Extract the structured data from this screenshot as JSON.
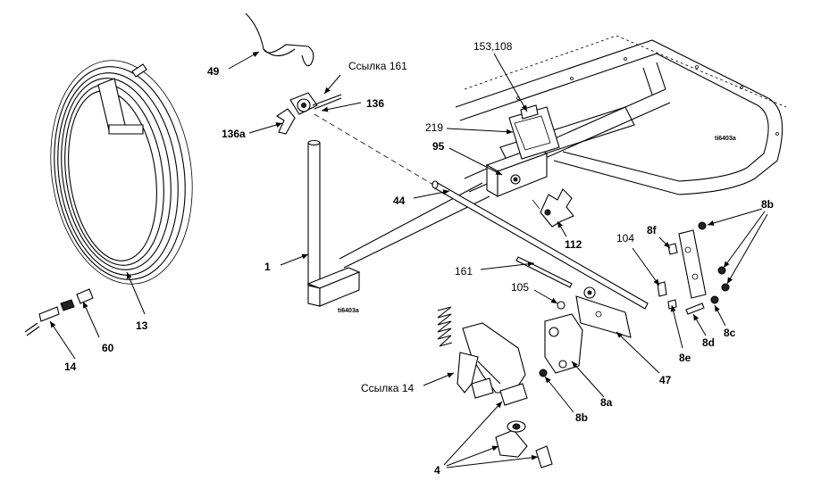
{
  "labels": {
    "l49": "49",
    "l161ref": "Ссылка 161",
    "l153": "153,108",
    "l136": "136",
    "l136a": "136a",
    "l219": "219",
    "l95": "95",
    "l44": "44",
    "l112": "112",
    "l1": "1",
    "l13": "13",
    "l60": "60",
    "l14": "14",
    "l161": "161",
    "l104": "104",
    "l8f": "8f",
    "l8b_top": "8b",
    "l105": "105",
    "l8e": "8e",
    "l8d": "8d",
    "l8c": "8c",
    "l47": "47",
    "l8a": "8a",
    "l8b_low": "8b",
    "l14ref": "Ссылка 14",
    "l4": "4"
  },
  "tags": {
    "tag_right": "ti6403a",
    "tag_left": "ti6403a"
  }
}
